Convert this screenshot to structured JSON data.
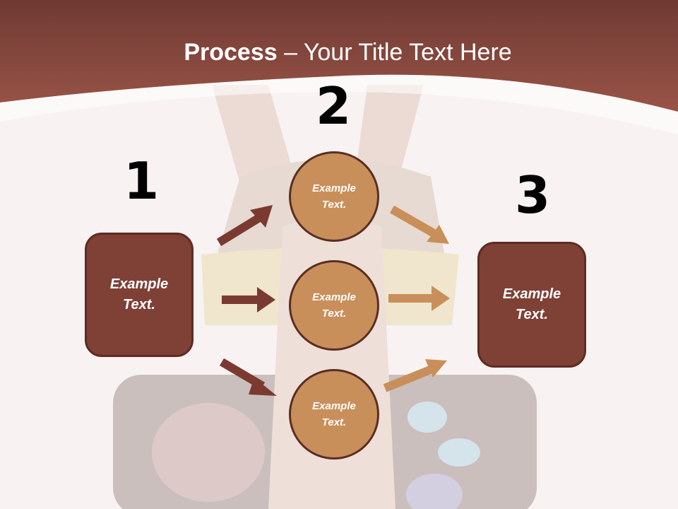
{
  "title": {
    "bold": "Process",
    "rest": " – Your Title Text Here"
  },
  "steps": {
    "one": {
      "number": "1",
      "label_line1": "Example",
      "label_line2": "Text."
    },
    "two": {
      "number": "2"
    },
    "three": {
      "number": "3",
      "label_line1": "Example",
      "label_line2": "Text."
    }
  },
  "circles": [
    {
      "line1": "Example",
      "line2": "Text."
    },
    {
      "line1": "Example",
      "line2": "Text."
    },
    {
      "line1": "Example",
      "line2": "Text."
    }
  ],
  "colors": {
    "header": "#8f473b",
    "box": "#7f4036",
    "circle": "#c98f5a",
    "arrow_left": "#7b3a31",
    "arrow_right": "#c98f5a"
  }
}
